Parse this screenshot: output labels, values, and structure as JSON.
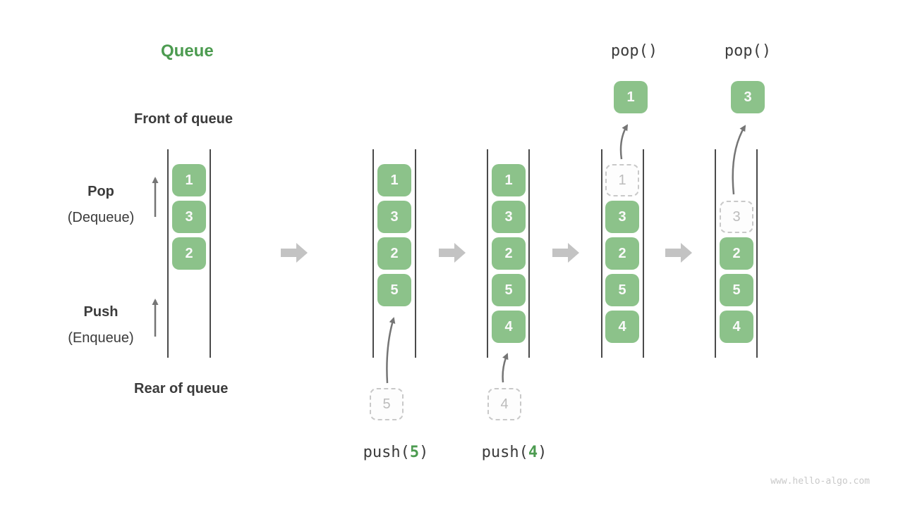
{
  "title": "Queue",
  "watermark": "www.hello-algo.com",
  "side_labels": {
    "front": "Front of queue",
    "rear": "Rear of queue",
    "pop": "Pop",
    "pop_alias": "(Dequeue)",
    "push": "Push",
    "push_alias": "(Enqueue)"
  },
  "operations": {
    "push5": {
      "fn": "push(",
      "arg": "5",
      "close": ")"
    },
    "push4": {
      "fn": "push(",
      "arg": "4",
      "close": ")"
    },
    "pop_first": "pop()",
    "pop_second": "pop()"
  },
  "queues": [
    {
      "elements": [
        "1",
        "3",
        "2"
      ]
    },
    {
      "elements": [
        "1",
        "3",
        "2",
        "5"
      ],
      "incoming": "5"
    },
    {
      "elements": [
        "1",
        "3",
        "2",
        "5",
        "4"
      ],
      "incoming": "4"
    },
    {
      "dashed": "1",
      "elements": [
        "3",
        "2",
        "5",
        "4"
      ],
      "popped": "1"
    },
    {
      "dashed": "3",
      "elements": [
        "2",
        "5",
        "4"
      ],
      "popped": "3"
    }
  ],
  "colors": {
    "green_box": "#8cc28a",
    "green_accent": "#4c9b50",
    "text_dark": "#3b3b3b",
    "box_text": "#fafafa",
    "wall": "#4a4a4a",
    "arrow": "#757575",
    "block_arrow": "#c3c3c3",
    "dashed_border": "#c9c9c9",
    "dashed_text": "#bcbcbc",
    "watermark": "#c9c9c9"
  }
}
